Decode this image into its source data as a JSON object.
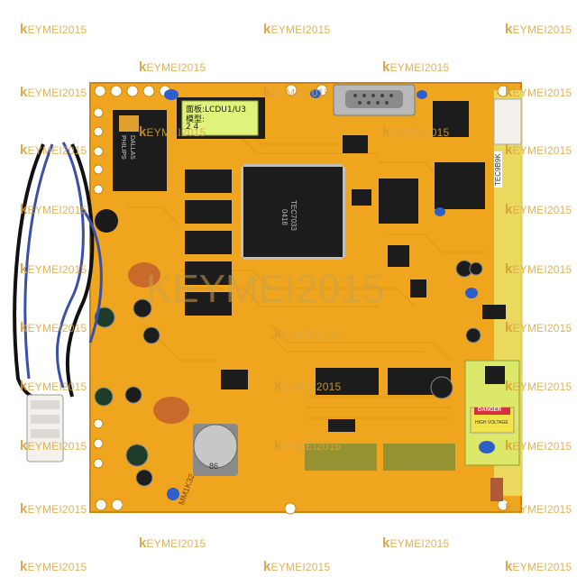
{
  "watermark": "EYMEI2015",
  "watermark_letter": "k",
  "big_watermark": "KEYMEI2015",
  "chip_labels": {
    "lcd_sticker_line1": "面板:LCDU1/U3",
    "lcd_sticker_line2": "模型:",
    "lcd_sticker_line3": "2  4",
    "main_cpu_line1": "TEC7033",
    "main_cpu_line2": "0418",
    "rtc_line1": "DALLAS",
    "rtc_line2": "PHILIPS",
    "battery": "86",
    "side_label": "TEC9B9K",
    "silk_model": "MM1K32",
    "danger": "DANGER",
    "high_voltage": "HIGH VOLTAGE"
  },
  "colors": {
    "board": "#f0a51f",
    "board_dark": "#d98a0e",
    "trace": "#e39a1a",
    "chip": "#1c1c1c",
    "sticker": "#dff27a",
    "connector": "#f3f1ec",
    "wire_blue": "#3a4fa8",
    "wire_black": "#111111",
    "watermark": "#d9a640"
  }
}
